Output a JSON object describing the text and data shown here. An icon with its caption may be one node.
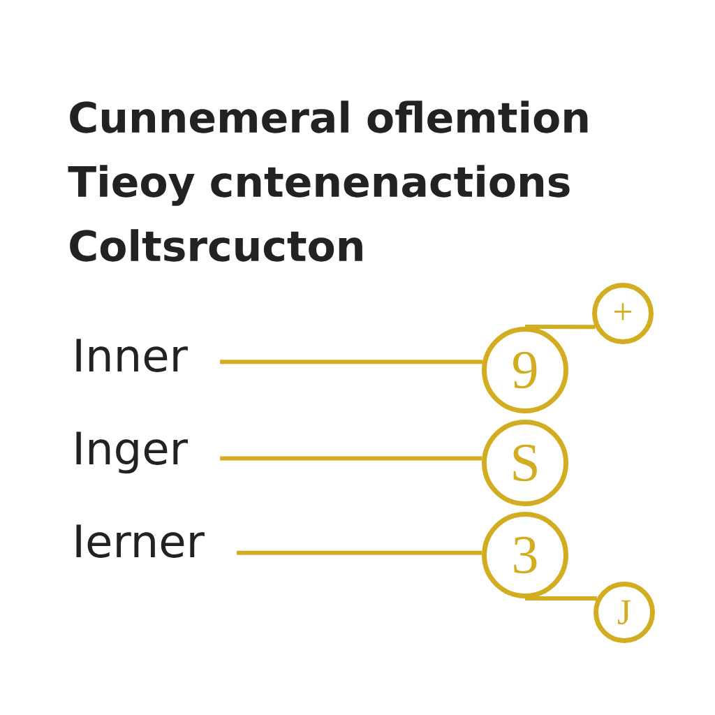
{
  "diagram": {
    "title": "Cunnemeral oflemtion Tieoy cntenenactions Coltsrcucton",
    "nodes": [
      {
        "text": [
          "+"
        ]
      },
      {
        "text": [
          "Inner"
        ]
      },
      {
        "text": [
          "9"
        ]
      },
      {
        "text": [
          "Inger"
        ]
      },
      {
        "text": [
          "S"
        ]
      },
      {
        "text": [
          "Ierner"
        ]
      },
      {
        "text": [
          "3"
        ]
      },
      {
        "text": [
          "J"
        ]
      }
    ],
    "edges": [
      {
        "from": 1,
        "to": 2,
        "arrow": "none"
      },
      {
        "from": 3,
        "to": 4,
        "arrow": "none"
      },
      {
        "from": 5,
        "to": 6,
        "arrow": "none"
      },
      {
        "from": 2,
        "to": 0,
        "arrow": "none"
      },
      {
        "from": 6,
        "to": 7,
        "arrow": "none"
      }
    ]
  }
}
